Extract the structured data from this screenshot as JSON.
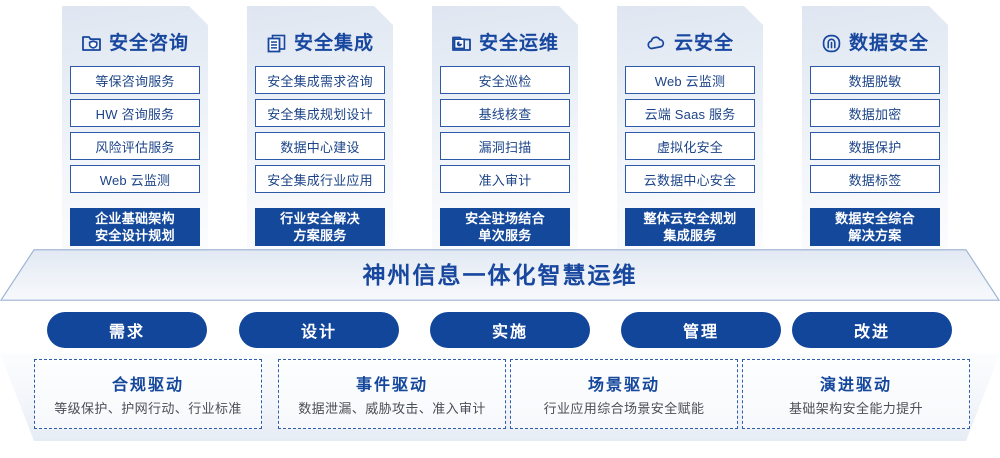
{
  "pillars": [
    {
      "icon": "folder-shield-icon",
      "title": "安全咨询",
      "items": [
        "等保咨询服务",
        "HW 咨询服务",
        "风险评估服务",
        "Web 云监测"
      ],
      "footer_line1": "企业基础架构",
      "footer_line2": "安全设计规划"
    },
    {
      "icon": "documents-copy-icon",
      "title": "安全集成",
      "items": [
        "安全集成需求咨询",
        "安全集成规划设计",
        "数据中心建设",
        "安全集成行业应用"
      ],
      "footer_line1": "行业安全解决",
      "footer_line2": "方案服务"
    },
    {
      "icon": "folder-chart-icon",
      "title": "安全运维",
      "items": [
        "安全巡检",
        "基线核查",
        "漏洞扫描",
        "准入审计"
      ],
      "footer_line1": "安全驻场结合",
      "footer_line2": "单次服务"
    },
    {
      "icon": "cloud-icon",
      "title": "云安全",
      "items": [
        "Web 云监测",
        "云端 Saas 服务",
        "虚拟化安全",
        "云数据中心安全"
      ],
      "footer_line1": "整体云安全规划",
      "footer_line2": "集成服务"
    },
    {
      "icon": "fingerprint-icon",
      "title": "数据安全",
      "items": [
        "数据脱敏",
        "数据加密",
        "数据保护",
        "数据标签"
      ],
      "footer_line1": "数据安全综合",
      "footer_line2": "解决方案"
    }
  ],
  "banner": {
    "text": "神州信息一体化智慧运维"
  },
  "stages": [
    {
      "label": "需求"
    },
    {
      "label": "设计"
    },
    {
      "label": "实施"
    },
    {
      "label": "管理"
    },
    {
      "label": "改进"
    }
  ],
  "drivers": [
    {
      "title": "合规驱动",
      "desc": "等级保护、护网行动、行业标准"
    },
    {
      "title": "事件驱动",
      "desc": "数据泄漏、威胁攻击、准入审计"
    },
    {
      "title": "场景驱动",
      "desc": "行业应用综合场景安全赋能"
    },
    {
      "title": "演进驱动",
      "desc": "基础架构安全能力提升"
    }
  ],
  "colors": {
    "brand_blue": "#14489b",
    "title_blue": "#17479e",
    "item_border": "#2d5aa8",
    "item_text": "#1c4488",
    "pill_blue": "#12469b",
    "dashed_border": "#2f5cab",
    "desc_gray": "#4a4f57"
  }
}
